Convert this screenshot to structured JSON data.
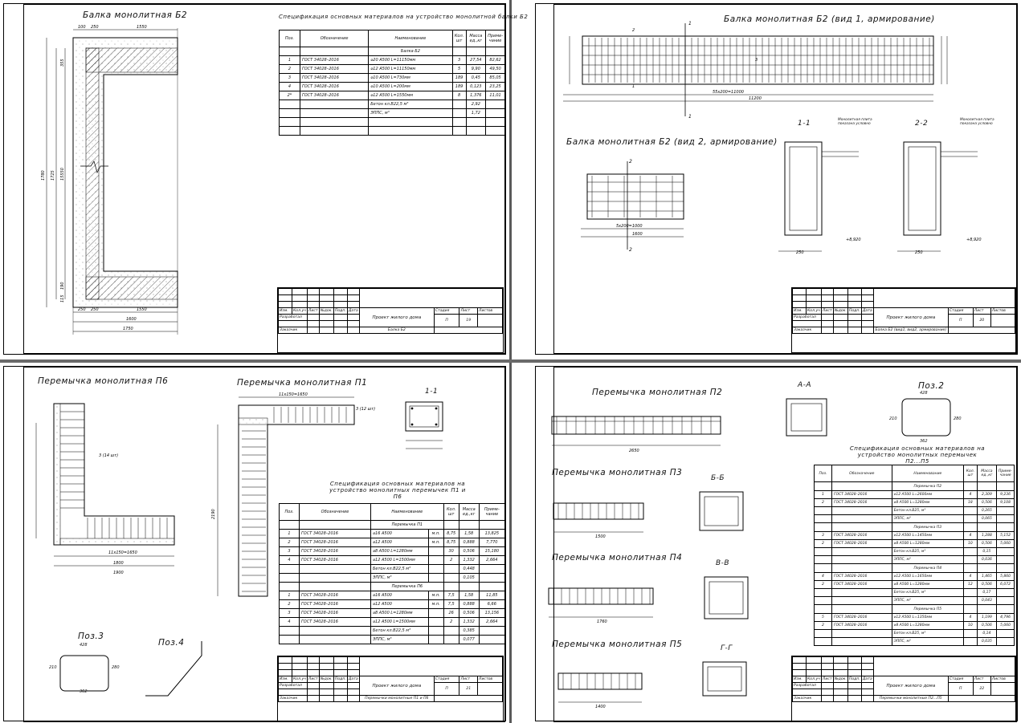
{
  "sheets": {
    "s19": {
      "drawing_title": "Балка монолитная Б2",
      "spec_title": "Спецификация основных материалов на устройство монолитной балки Б2",
      "dims": {
        "top": [
          "100",
          "250",
          "1550"
        ],
        "left": [
          "1780",
          "1725",
          "15550",
          "355",
          "190",
          "115"
        ],
        "bottom": [
          "250",
          "250",
          "1550",
          "1600",
          "1750"
        ]
      },
      "spec": {
        "headers": [
          "Поз.",
          "Обозначение",
          "Наименование",
          "Кол. шт",
          "Масса ед.,кг",
          "Приме- чание"
        ],
        "section": "Балка Б2",
        "rows": [
          [
            "1",
            "ГОСТ 34028–2016",
            "⌀20 А500      L=11150мм",
            "3",
            "27,54",
            "82,62"
          ],
          [
            "2",
            "ГОСТ 34028–2016",
            "⌀12 А500      L=11150мм",
            "5",
            "9,90",
            "49,50"
          ],
          [
            "3",
            "ГОСТ 34028–2016",
            "⌀10 А500    L=730мм",
            "189",
            "0,45",
            "85,05"
          ],
          [
            "4",
            "ГОСТ 34028–2016",
            "⌀10 А500    L=200мм",
            "189",
            "0,123",
            "23,25"
          ],
          [
            "2*",
            "ГОСТ 34028–2016",
            "⌀12 А500      L=1550мм",
            "8",
            "1,376",
            "11,01"
          ],
          [
            "",
            "",
            "Бетон кл.В22,5 м³",
            "",
            "2,92",
            ""
          ],
          [
            "",
            "",
            "ЭППС, м³",
            "",
            "1,72",
            ""
          ]
        ]
      },
      "stamp": {
        "cols": [
          "Изм.",
          "Кол.уч",
          "Лист",
          "№док.",
          "Подп.",
          "Дата"
        ],
        "role1": "Разработал",
        "role2": "Заказчик",
        "project": "Проект жилого дома",
        "stage_h": "Стадия",
        "sheet_h": "Лист",
        "sheets_h": "Листов",
        "stage": "П",
        "sheet": "19",
        "name": "Балка Б2"
      }
    },
    "s20": {
      "title1": "Балка монолитная Б2 (вид 1, армирование)",
      "title2": "Балка монолитная Б2 (вид 2, армирование)",
      "sec1": "1-1",
      "sec2": "2-2",
      "note": "Монолитная плита показана условно",
      "mark_elev": "+8,920",
      "dims": {
        "span": "11200",
        "inner": "55x200=11000",
        "w1": "250",
        "w2": "1600",
        "w3": "5x200=1000"
      },
      "stamp": {
        "cols": [
          "Изм.",
          "Кол.уч",
          "Лист",
          "№док.",
          "Подп.",
          "Дата"
        ],
        "role1": "Разработал",
        "role2": "Заказчик",
        "project": "Проект жилого дома",
        "stage_h": "Стадия",
        "sheet_h": "Лист",
        "sheets_h": "Листов",
        "stage": "П",
        "sheet": "20",
        "name": "Балка Б2 (вид1, вид2, армирование)"
      }
    },
    "s21": {
      "title_p6": "Перемычка монолитная П6",
      "title_p1": "Перемычка монолитная П1",
      "sec": "1-1",
      "poz3": "Поз.3",
      "poz4": "Поз.4",
      "poz_dims": {
        "a": "428",
        "b": "210",
        "c": "280",
        "d": "362"
      },
      "labels": {
        "l1": "3 (12 шт)",
        "l2": "3 (14 шт)",
        "l3": "11x150=1650",
        "l4": "1900",
        "l5": "1800",
        "l6": "2190",
        "l7": "11x150=1650"
      },
      "spec_title": "Спецификация основных материалов на устройство монолитных перемычек П1 и П6",
      "spec": {
        "headers": [
          "Поз.",
          "Обозначение",
          "Наименование",
          "Кол. шт",
          "Масса ед.,кг",
          "Приме- чание"
        ],
        "sections": [
          {
            "name": "Перемычка П1",
            "rows": [
              [
                "1",
                "ГОСТ 34028–2016",
                "⌀16 А500",
                "м.п.",
                "8,75",
                "1,58",
                "13,825"
              ],
              [
                "2",
                "ГОСТ 34028–2016",
                "⌀12 А500",
                "м.п.",
                "8,75",
                "0,888",
                "7,770"
              ],
              [
                "3",
                "ГОСТ 34028–2016",
                "⌀8 А500    L=1280мм",
                "",
                "30",
                "0,506",
                "15,180"
              ],
              [
                "4",
                "ГОСТ 34028–2016",
                "⌀12 А500    L=1500мм",
                "",
                "2",
                "1,332",
                "2,664"
              ],
              [
                "",
                "",
                "Бетон кл.В22,5 м³",
                "",
                "",
                "0,448",
                ""
              ],
              [
                "",
                "",
                "ЭППС, м³",
                "",
                "",
                "0,105",
                ""
              ]
            ]
          },
          {
            "name": "Перемычка П6",
            "rows": [
              [
                "1",
                "ГОСТ 34028–2016",
                "⌀16 А500",
                "м.п.",
                "7,5",
                "1,58",
                "11,85"
              ],
              [
                "2",
                "ГОСТ 34028–2016",
                "⌀12 А500",
                "м.п.",
                "7,5",
                "0,888",
                "6,66"
              ],
              [
                "3",
                "ГОСТ 34028–2016",
                "⌀8 А500    L=1280мм",
                "",
                "26",
                "0,506",
                "13,156"
              ],
              [
                "4",
                "ГОСТ 34028–2016",
                "⌀12 А500    L=1500мм",
                "",
                "2",
                "1,332",
                "2,664"
              ],
              [
                "",
                "",
                "Бетон кл.В22,5 м³",
                "",
                "",
                "0,385",
                ""
              ],
              [
                "",
                "",
                "ЭППС, м³",
                "",
                "",
                "0,077",
                ""
              ]
            ]
          }
        ]
      },
      "stamp": {
        "cols": [
          "Изм.",
          "Кол.уч",
          "Лист",
          "№док.",
          "Подп.",
          "Дата"
        ],
        "role1": "Разработал",
        "role2": "Заказчик",
        "project": "Проект жилого дома",
        "stage_h": "Стадия",
        "sheet_h": "Лист",
        "sheets_h": "Листов",
        "stage": "П",
        "sheet": "21",
        "name": "Перемычки монолитные П1 и П6"
      }
    },
    "s22": {
      "title_p2": "Перемычка монолитная П2",
      "title_p3": "Перемычка монолитная П3",
      "title_p4": "Перемычка монолитная П4",
      "title_p5": "Перемычка монолитная П5",
      "sec_aa": "А-А",
      "sec_bb": "Б-Б",
      "sec_vv": "В-В",
      "sec_gg": "Г-Г",
      "poz2": "Поз.2",
      "poz_dims": {
        "a": "428",
        "b": "210",
        "c": "280",
        "d": "362"
      },
      "lengths": {
        "p2": "2650",
        "p3": "1500",
        "p4": "1760",
        "p5": "1400"
      },
      "spec_title": "Спецификация основных материалов на устройство монолитных перемычек П2...П5",
      "spec": {
        "headers": [
          "Поз.",
          "Обозначение",
          "Наименование",
          "Кол. шт",
          "Масса ед.,кг",
          "Приме- чание"
        ],
        "sections": [
          {
            "name": "Перемычка П2",
            "rows": [
              [
                "1",
                "ГОСТ 34028–2016",
                "⌀12 А500    L=2600мм",
                "4",
                "2,309",
                "9,236"
              ],
              [
                "2",
                "ГОСТ 34028–2016",
                "⌀8 А500    L=1280мм",
                "18",
                "0,506",
                "9,108"
              ],
              [
                "",
                "",
                "Бетон кл.В25, м³",
                "",
                "0,265",
                ""
              ],
              [
                "",
                "",
                "ЭППС, м³",
                "",
                "0,065",
                ""
              ]
            ]
          },
          {
            "name": "Перемычка П3",
            "rows": [
              [
                "3",
                "ГОСТ 34028–2016",
                "⌀12 А500    L=1450мм",
                "4",
                "1,288",
                "5,152"
              ],
              [
                "2",
                "ГОСТ 34028–2016",
                "⌀8 А500    L=1280мм",
                "10",
                "0,506",
                "5,060"
              ],
              [
                "",
                "",
                "Бетон кл.В25, м³",
                "",
                "0,15",
                ""
              ],
              [
                "",
                "",
                "ЭППС, м³",
                "",
                "0,036",
                ""
              ]
            ]
          },
          {
            "name": "Перемычка П4",
            "rows": [
              [
                "4",
                "ГОСТ 34028–2016",
                "⌀12 А500    L=1650мм",
                "4",
                "1,465",
                "5,860"
              ],
              [
                "2",
                "ГОСТ 34028–2016",
                "⌀8 А500    L=1280мм",
                "12",
                "0,506",
                "6,072"
              ],
              [
                "",
                "",
                "Бетон кл.В25, м³",
                "",
                "0,17",
                ""
              ],
              [
                "",
                "",
                "ЭППС, м³",
                "",
                "0,043",
                ""
              ]
            ]
          },
          {
            "name": "Перемычка П5",
            "rows": [
              [
                "5",
                "ГОСТ 34028–2016",
                "⌀12 А500    L=1350мм",
                "4",
                "1,199",
                "4,796"
              ],
              [
                "2",
                "ГОСТ 34028–2016",
                "⌀8 А500    L=1280мм",
                "10",
                "0,506",
                "5,060"
              ],
              [
                "",
                "",
                "Бетон кл.В25, м³",
                "",
                "0,14",
                ""
              ],
              [
                "",
                "",
                "ЭППС, м³",
                "",
                "0,035",
                ""
              ]
            ]
          }
        ]
      },
      "stamp": {
        "cols": [
          "Изм.",
          "Кол.уч",
          "Лист",
          "№док.",
          "Подп.",
          "Дата"
        ],
        "role1": "Разработал",
        "role2": "Заказчик",
        "project": "Проект жилого дома",
        "stage_h": "Стадия",
        "sheet_h": "Лист",
        "sheets_h": "Листов",
        "stage": "П",
        "sheet": "22",
        "name": "Перемычки монолитные П2...П5"
      }
    }
  }
}
